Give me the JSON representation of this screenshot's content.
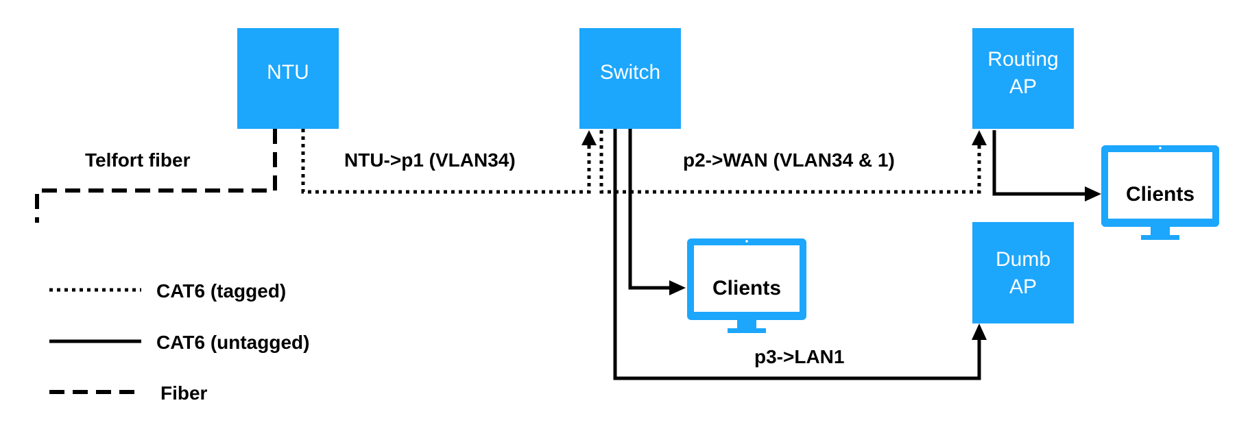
{
  "colors": {
    "node_fill": "#1ca6fc",
    "line": "#000000",
    "background": "#ffffff"
  },
  "nodes": {
    "ntu": {
      "label": "NTU"
    },
    "switch": {
      "label": "Switch"
    },
    "routing_ap": {
      "label_line1": "Routing",
      "label_line2": "AP"
    },
    "dumb_ap": {
      "label_line1": "Dumb",
      "label_line2": "AP"
    },
    "clients_router": {
      "label": "Clients",
      "icon": "monitor-icon"
    },
    "clients_switch": {
      "label": "Clients",
      "icon": "monitor-icon"
    }
  },
  "edges": {
    "telfort_fiber": "Telfort fiber",
    "ntu_p1": "NTU->p1 (VLAN34)",
    "p2_wan": "p2->WAN (VLAN34 & 1)",
    "p3_lan1": "p3->LAN1"
  },
  "legend": [
    {
      "style": "dotted",
      "label": "CAT6 (tagged)"
    },
    {
      "style": "solid",
      "label": "CAT6 (untagged)"
    },
    {
      "style": "dashed",
      "label": "Fiber"
    }
  ]
}
